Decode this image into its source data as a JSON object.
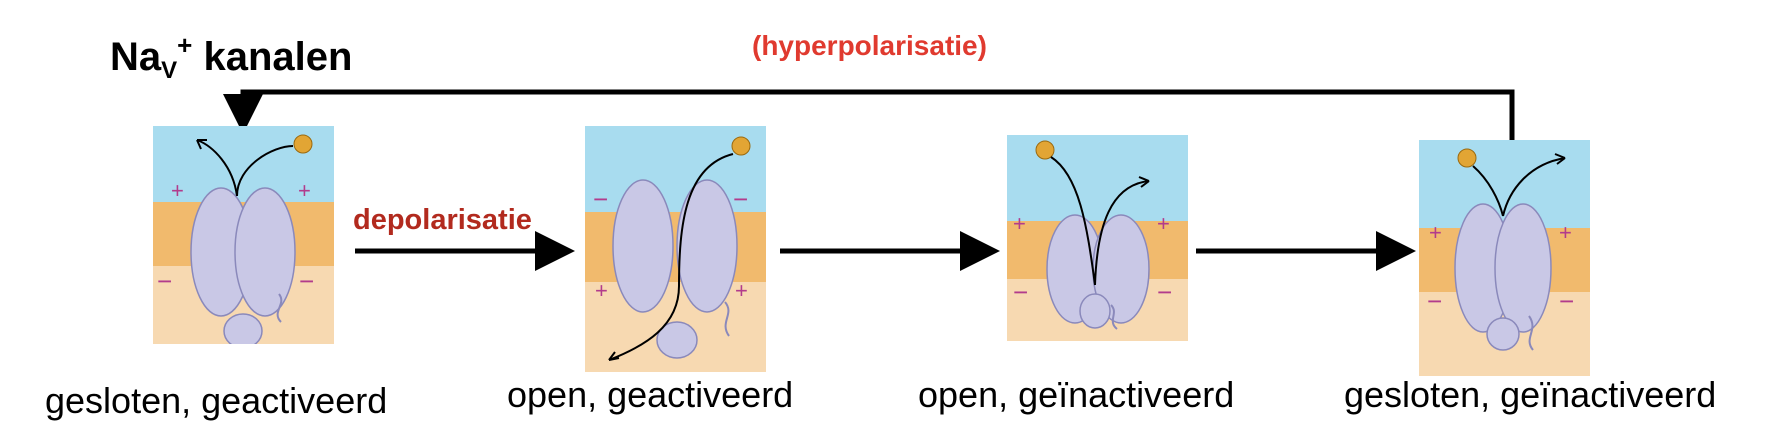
{
  "title": {
    "main": "Na",
    "sub": "V",
    "sup": "+",
    "rest": " kanalen"
  },
  "transitions": {
    "depolarization": "depolarisatie",
    "hyperpolarization": "(hyperpolarisatie)"
  },
  "states": [
    {
      "label": "gesloten, geactiveerd"
    },
    {
      "label": "open, geactiveerd"
    },
    {
      "label": "open, geïnactiveerd"
    },
    {
      "label": "gesloten, geïnactiveerd"
    }
  ],
  "colors": {
    "extracellular": "#a8dcef",
    "membrane": "#f1ba6d",
    "intracellular": "#f7d9b1",
    "channel": "#c9c8e6",
    "charge": "#b23c8c",
    "ion": "#e2a534",
    "arrow": "#000000",
    "label_red": "#c0392b"
  }
}
